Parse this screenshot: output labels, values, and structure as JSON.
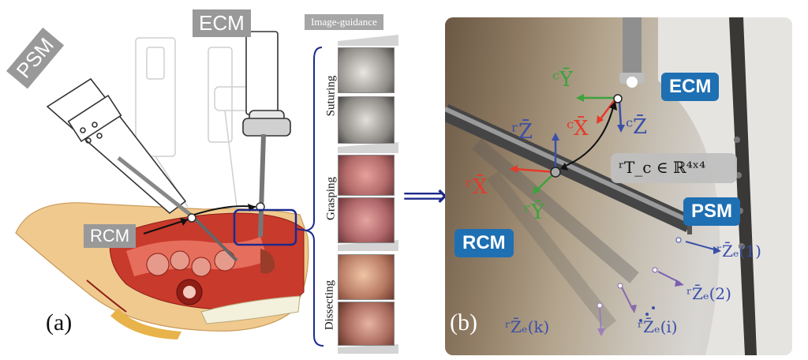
{
  "panel_a": {
    "label": "(a)",
    "tags": {
      "psm": "PSM",
      "ecm": "ECM",
      "rcm": "RCM"
    },
    "guidance": {
      "title": "Image-guidance",
      "tasks": [
        "Suturing",
        "Grasping",
        "Dissecting"
      ]
    }
  },
  "arrow": "⟹",
  "panel_b": {
    "label": "(b)",
    "tags": {
      "ecm": "ECM",
      "psm": "PSM",
      "rcm": "RCM"
    },
    "camera_frame": {
      "y": "ᶜȲ",
      "x": "ᶜX̄",
      "z": "ᶜZ̄"
    },
    "rcm_frame": {
      "z": "ʳZ̄",
      "x": "ʳX̄",
      "y": "ʳȲ"
    },
    "transform": "ʳT_c ∈ ℝ⁴ˣ⁴",
    "end_effector": {
      "e1": "ʳZ̄ₑ(1)",
      "e2": "ʳZ̄ₑ(2)",
      "ei": "ʳZ̄ₑ(i)",
      "ek": "ʳZ̄ₑ(k)"
    }
  },
  "colors": {
    "tag_gray": "#999999",
    "tag_blue": "#1f6fb3",
    "axis_red": "#e53a2a",
    "axis_green": "#3da33d",
    "axis_blue": "#3a4fa8",
    "bracket_navy": "#1c2a8c"
  }
}
